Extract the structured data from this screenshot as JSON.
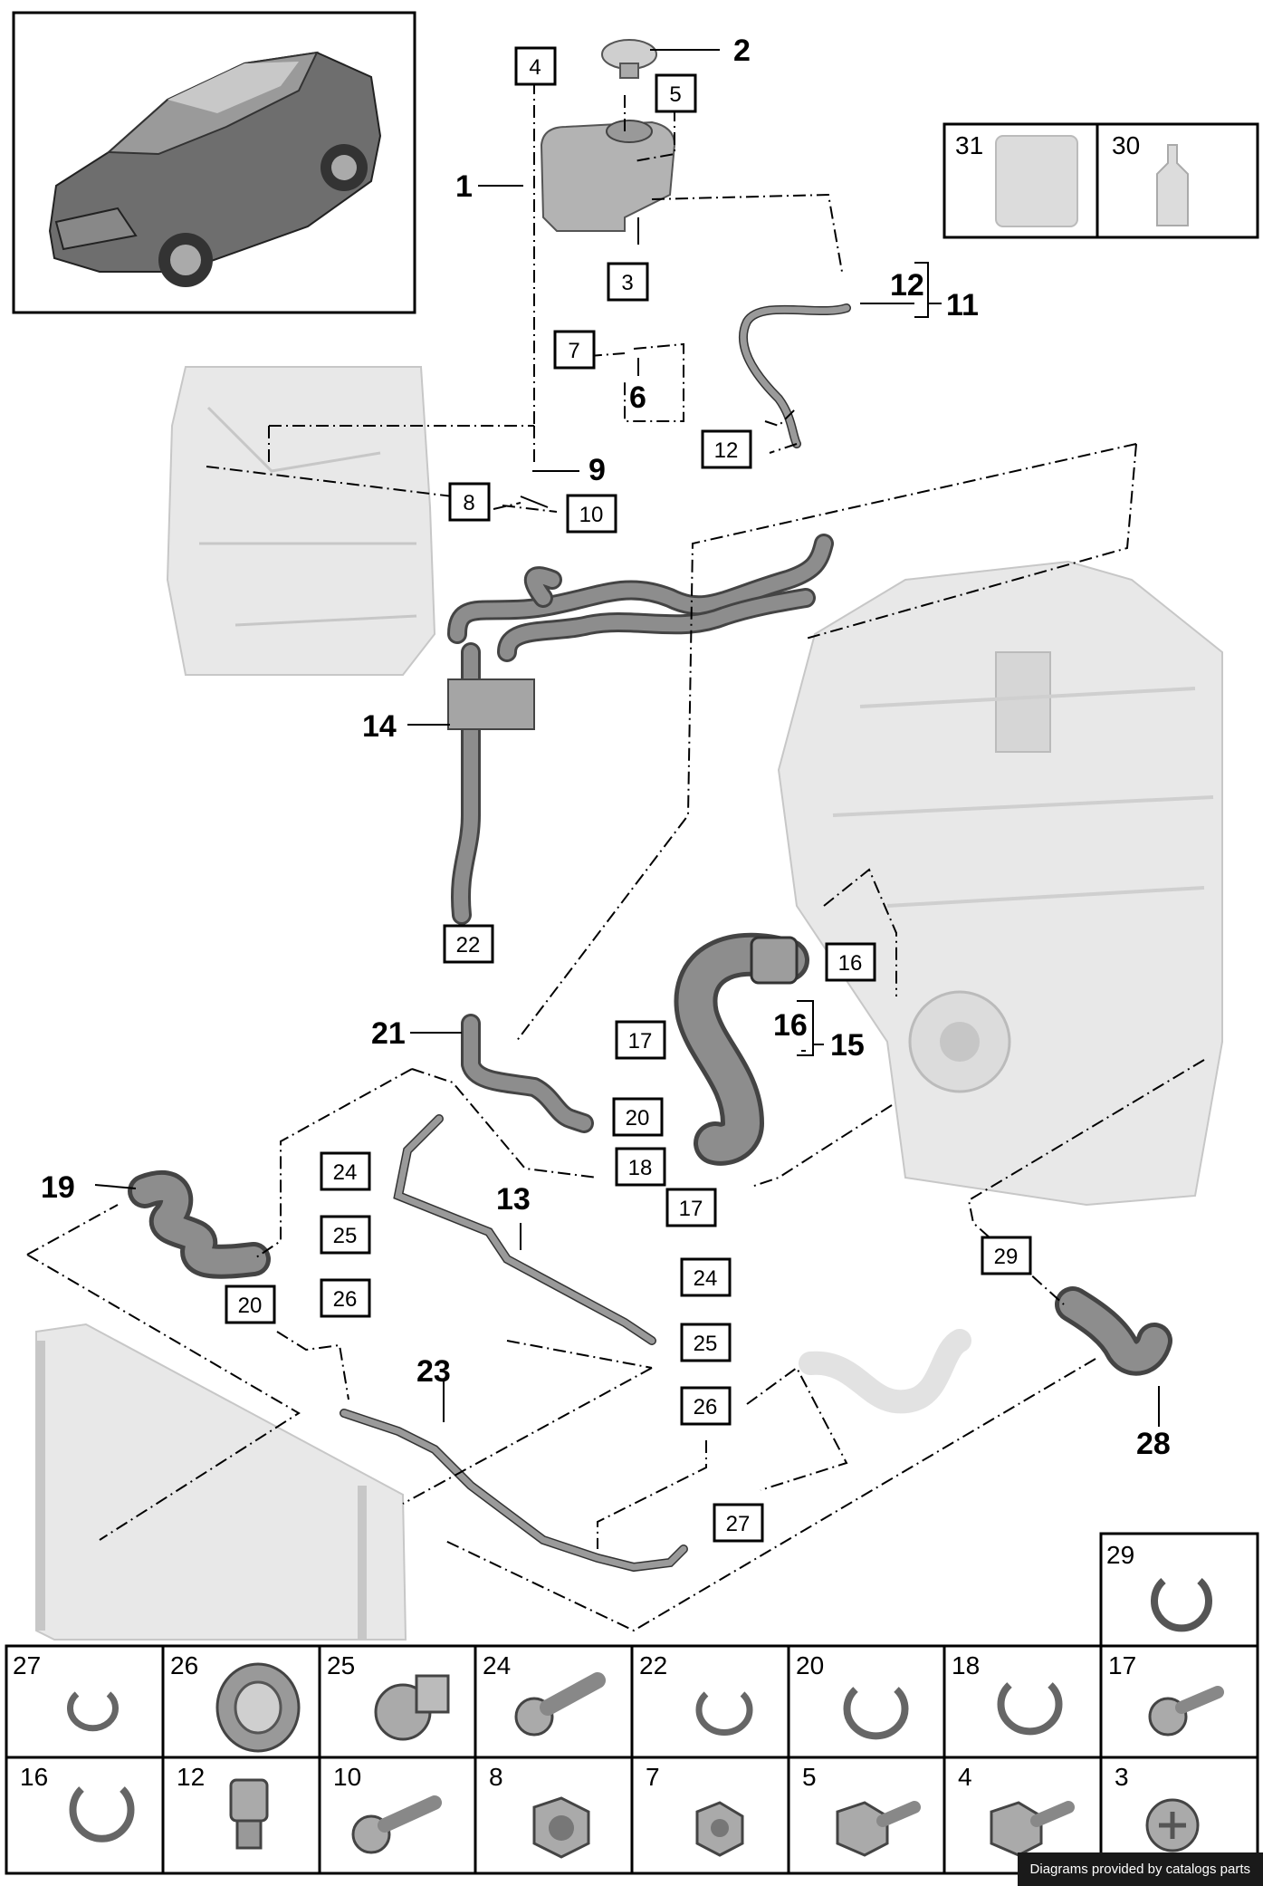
{
  "diagram": {
    "callouts": {
      "c1": "1",
      "c2": "2",
      "c6": "6",
      "c9": "9",
      "c11": "11",
      "c12": "12",
      "c13": "13",
      "c14": "14",
      "c15": "15",
      "c16": "16",
      "c19": "19",
      "c21": "21",
      "c23": "23",
      "c28": "28"
    },
    "boxes": {
      "b4": "4",
      "b5": "5",
      "b3": "3",
      "b7": "7",
      "b8": "8",
      "b10": "10",
      "b12": "12",
      "b22": "22",
      "b16": "16",
      "b17a": "17",
      "b20a": "20",
      "b18": "18",
      "b17b": "17",
      "b24a": "24",
      "b25a": "25",
      "b26a": "26",
      "b20b": "20",
      "b29": "29",
      "b24b": "24",
      "b25b": "25",
      "b26b": "26",
      "b27": "27"
    },
    "fluids": [
      "31",
      "30"
    ],
    "side_cell": "29",
    "legend_row1": [
      "27",
      "26",
      "25",
      "24",
      "22",
      "20",
      "18",
      "17"
    ],
    "legend_row2": [
      "16",
      "12",
      "10",
      "8",
      "7",
      "5",
      "4",
      "3"
    ]
  },
  "footer": {
    "credit": "Diagrams provided by catalogs parts"
  }
}
